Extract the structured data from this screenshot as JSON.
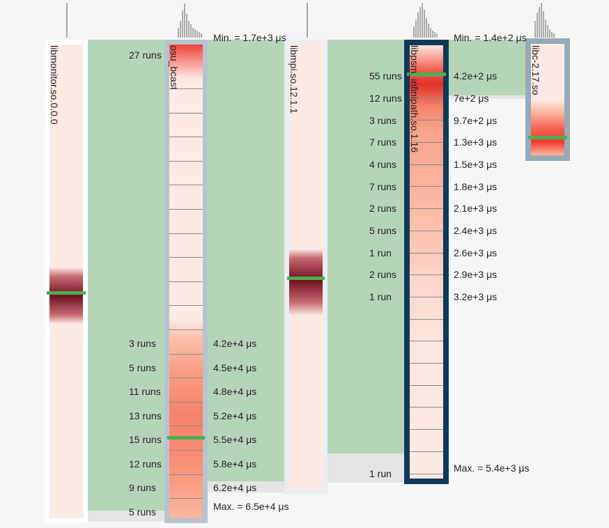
{
  "columns": [
    {
      "id": "libmonitor",
      "label": "libmonitor.so.0.0.0"
    },
    {
      "id": "osu_bcast",
      "label": "osu_bcast",
      "min": "Min. = 1.7e+3 μs",
      "max": "Max. = 6.5e+4 μs",
      "run_rows": [
        {
          "runs": "27 runs",
          "time": ""
        },
        {
          "runs": "3 runs",
          "time": "4.2e+4 μs"
        },
        {
          "runs": "5 runs",
          "time": "4.5e+4 μs"
        },
        {
          "runs": "11 runs",
          "time": "4.8e+4 μs"
        },
        {
          "runs": "13 runs",
          "time": "5.2e+4 μs"
        },
        {
          "runs": "15 runs",
          "time": "5.5e+4 μs"
        },
        {
          "runs": "12 runs",
          "time": "5.8e+4 μs"
        },
        {
          "runs": "9 runs",
          "time": "6.2e+4 μs"
        },
        {
          "runs": "5 runs",
          "time": ""
        }
      ]
    },
    {
      "id": "libmpi",
      "label": "libmpi.so.12.1.1"
    },
    {
      "id": "libpsm",
      "label": "libpsm_infinipath.so.1.16",
      "min": "Min. = 1.4e+2 μs",
      "max": "Max. = 5.4e+3 μs",
      "run_rows": [
        {
          "runs": "55 runs",
          "time": "4.2e+2 μs"
        },
        {
          "runs": "12 runs",
          "time": "7e+2 μs"
        },
        {
          "runs": "3 runs",
          "time": "9.7e+2 μs"
        },
        {
          "runs": "7 runs",
          "time": "1.3e+3 μs"
        },
        {
          "runs": "4 runs",
          "time": "1.5e+3 μs"
        },
        {
          "runs": "7 runs",
          "time": "1.8e+3 μs"
        },
        {
          "runs": "2 runs",
          "time": "2.1e+3 μs"
        },
        {
          "runs": "5 runs",
          "time": "2.4e+3 μs"
        },
        {
          "runs": "1 run",
          "time": "2.6e+3 μs"
        },
        {
          "runs": "2 runs",
          "time": "2.9e+3 μs"
        },
        {
          "runs": "1 run",
          "time": "3.2e+3 μs"
        },
        {
          "runs": "1 run",
          "time": ""
        }
      ]
    },
    {
      "id": "libc",
      "label": "libc-2.17.so"
    }
  ],
  "colors": {
    "green_band": "#b5d5b9",
    "marker": "#4caf50",
    "selected_frame": "#0e3a57",
    "frame": "#b7c4cf"
  }
}
